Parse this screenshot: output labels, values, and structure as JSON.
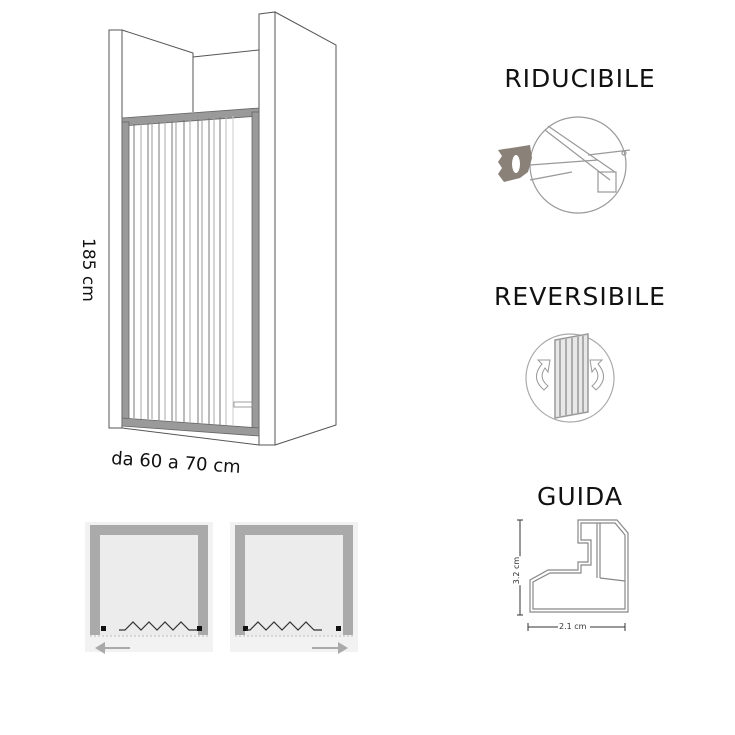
{
  "product": {
    "height_label": "185 cm",
    "width_label": "da 60 a 70 cm"
  },
  "features": [
    {
      "title": "RIDUCIBILE",
      "icon": "saw-cutting-profile-icon"
    },
    {
      "title": "REVERSIBILE",
      "icon": "reversible-door-icon"
    },
    {
      "title": "GUIDA",
      "icon": "guide-profile-section-icon"
    }
  ],
  "guide_profile": {
    "height_label": "3.2 cm",
    "width_label": "2.1 cm"
  },
  "opening_diagrams": [
    {
      "direction": "left",
      "icon": "arrow-left-icon"
    },
    {
      "direction": "right",
      "icon": "arrow-right-icon"
    }
  ],
  "colors": {
    "frame": "#8c8c8c",
    "outline": "#555555",
    "diagram_bg": "#efefef",
    "diagram_wall": "#aaaaaa",
    "saw": "#8a8178"
  }
}
